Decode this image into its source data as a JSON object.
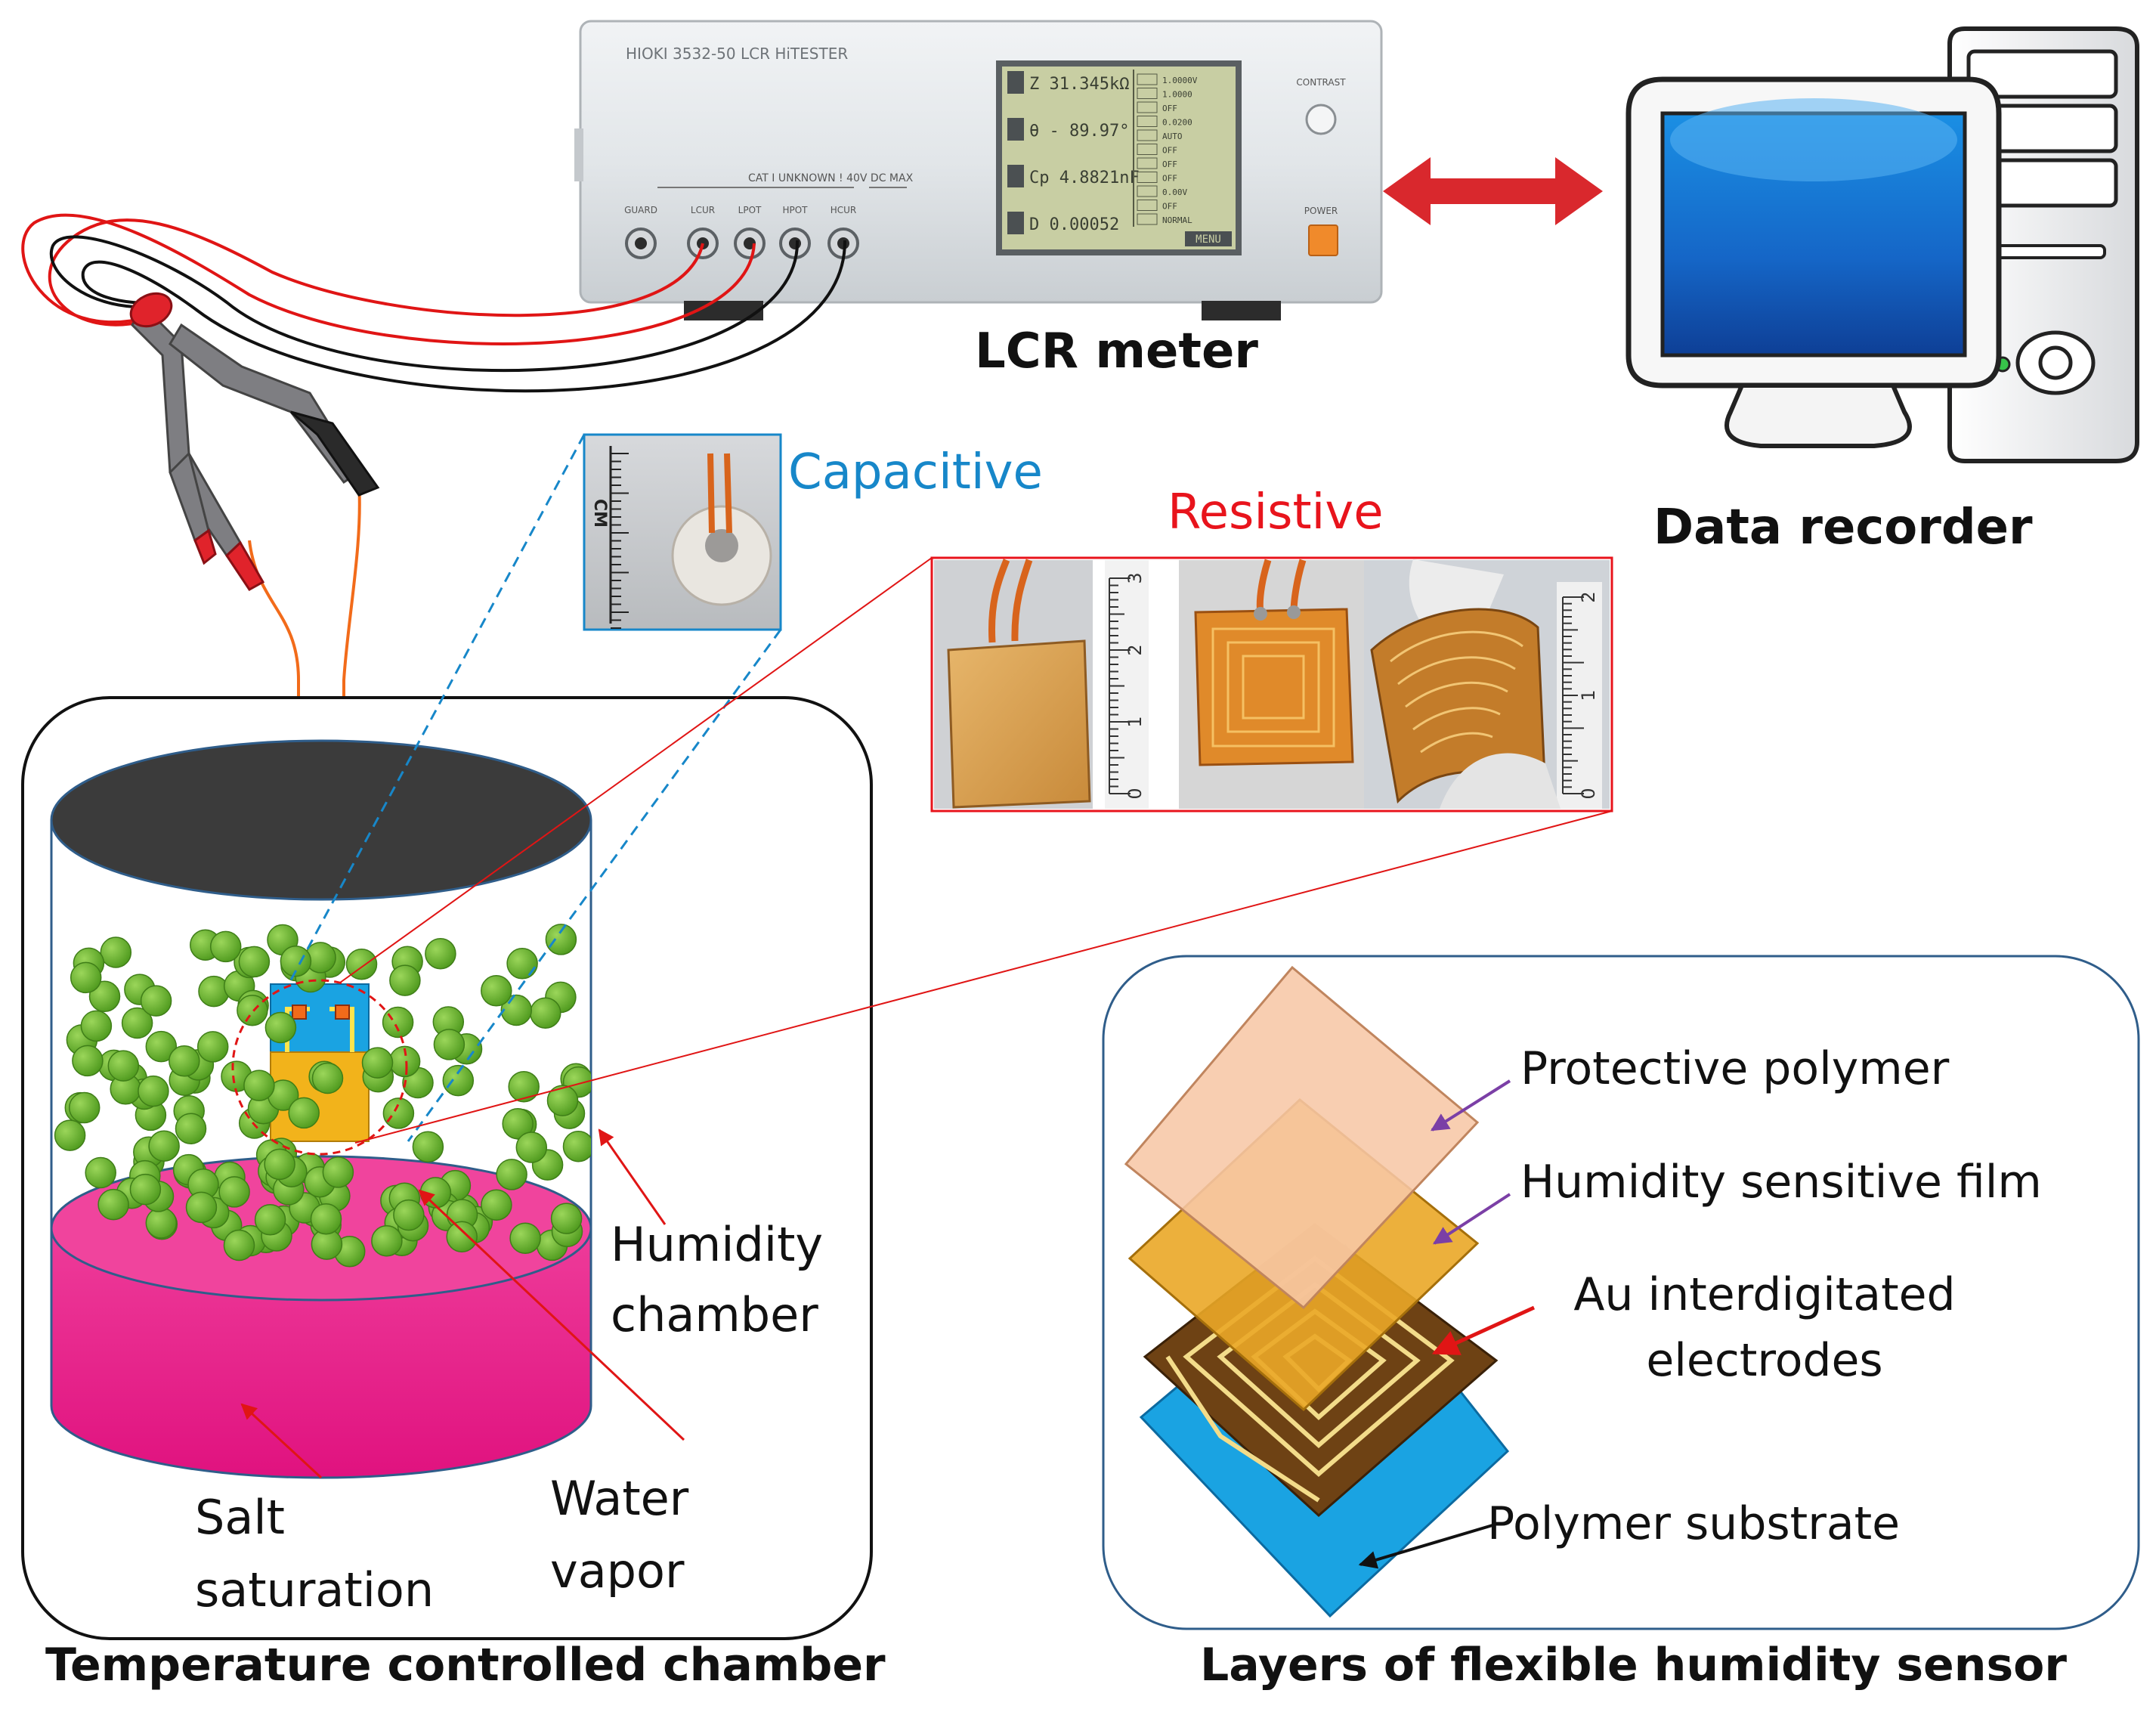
{
  "lcr": {
    "title": "LCR meter",
    "brand": "HIOKI 3532-50 LCR HiTESTER",
    "readouts": [
      "Z  31.345kΩ",
      "θ  - 89.97°",
      "Cp  4.8821nF",
      "D  0.00052"
    ],
    "side_panel": [
      "1.0000V",
      "1.0000",
      "OFF",
      "0.0200",
      "AUTO",
      "OFF",
      "OFF",
      "OFF",
      "0.00V",
      "OFF",
      "NORMAL"
    ],
    "ports": [
      "GUARD",
      "LCUR",
      "LPOT",
      "HPOT",
      "HCUR"
    ],
    "port_caption": "CAT I  UNKNOWN  ! 40V DC MAX",
    "contrast_label": "CONTRAST",
    "power_label": "POWER",
    "menu_label": "MENU"
  },
  "recorder": {
    "title": "Data recorder"
  },
  "photos": {
    "capacitive": "Capacitive",
    "resistive": "Resistive",
    "ruler_unit": "CM",
    "ruler_numbers": [
      "0",
      "1",
      "2",
      "3"
    ]
  },
  "chamber": {
    "title": "Temperature controlled chamber",
    "humidity_chamber": [
      "Humidity",
      "chamber"
    ],
    "salt_saturation": [
      "Salt",
      "saturation"
    ],
    "water_vapor": [
      "Water",
      "vapor"
    ]
  },
  "layers": {
    "title": "Layers of flexible humidity sensor",
    "protective": "Protective polymer",
    "sensitive": "Humidity sensitive film",
    "electrodes": [
      "Au interdigitated",
      "electrodes"
    ],
    "substrate": "Polymer substrate"
  },
  "colors": {
    "lcr_body": "#e3e7ea",
    "lcr_screen": "#c9cfa4",
    "wire_red": "#e01515",
    "wire_black": "#111111",
    "arrow_red": "#d9282d",
    "capacitive_text": "#1787c9",
    "resistive_text": "#e8141c",
    "salt_pink": "#ec1f8c",
    "vapor_green": "#6ab42e",
    "lid_dark": "#3a3a3a",
    "sensor_blue": "#1aa3e2",
    "sensor_gold": "#f2b31b",
    "protective_peach": "#f7c7a6",
    "film_orange": "#eaa727",
    "electrode_brown": "#6e4214",
    "arrow_purple": "#7b3fa6"
  }
}
